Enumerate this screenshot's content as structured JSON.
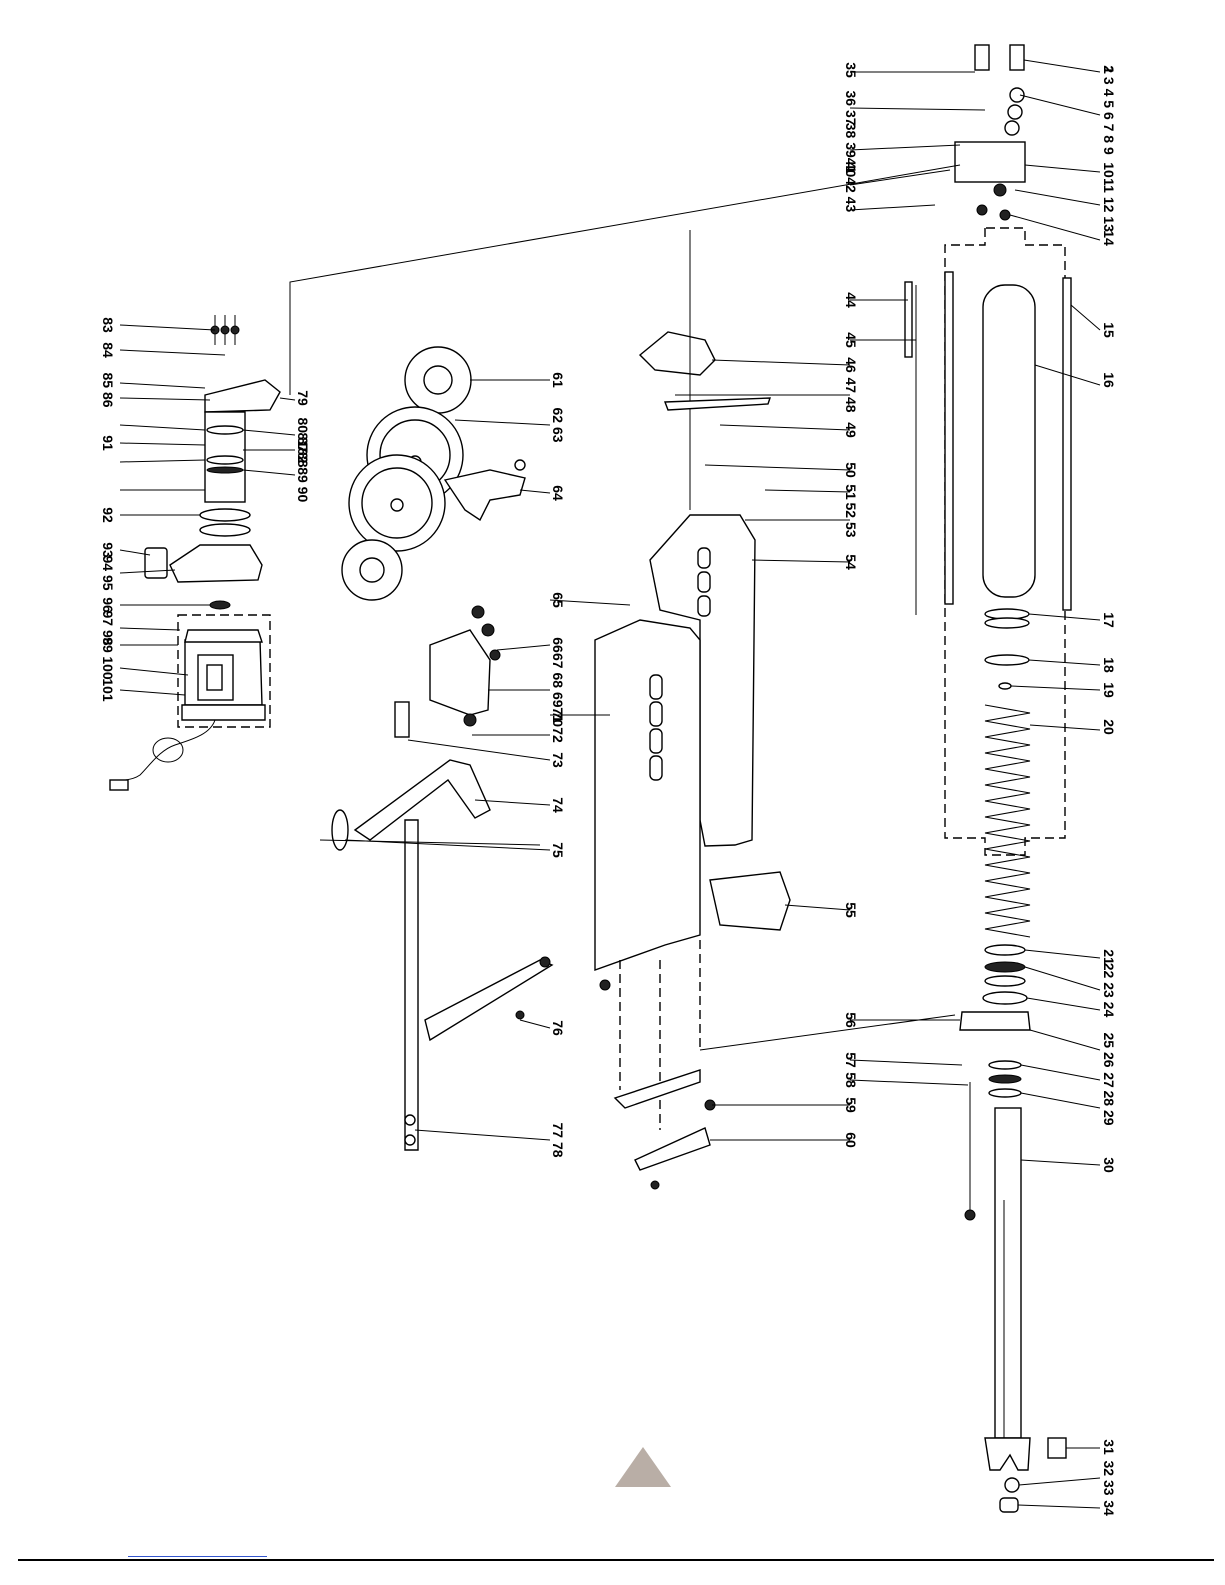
{
  "labels_col_right": [
    "1",
    "2 3 4 5 6 7 8 9",
    "10",
    "11 12 13",
    "14",
    "15",
    "16",
    "17",
    "18",
    "19",
    "20",
    "21",
    "22 23 24",
    "25 26",
    "27",
    "28 29",
    "30",
    "31",
    "32 33",
    "34"
  ],
  "labels_col_right_inner": [
    "35",
    "36 37",
    "38 39 40",
    "41 42 43",
    "44",
    "45",
    "46",
    "47 48",
    "49",
    "50",
    "51",
    "52 53",
    "54",
    "55",
    "56",
    "57",
    "58",
    "59",
    "60"
  ],
  "labels_col_middle": [
    "61",
    "62 63",
    "64",
    "65",
    "66",
    "67 68 69 70",
    "71",
    "72",
    "73",
    "74",
    "75",
    "76",
    "77 78"
  ],
  "labels_col_left": [
    "83",
    "84",
    "85 86",
    "79",
    "80 87",
    "81 88",
    "82 89 90",
    "91",
    "92",
    "93",
    "94 95",
    "96",
    "97 98",
    "99",
    "100",
    "101"
  ],
  "colors": {
    "marker": "#b9aea6",
    "rule": "#000000",
    "link": "#3355cc"
  }
}
